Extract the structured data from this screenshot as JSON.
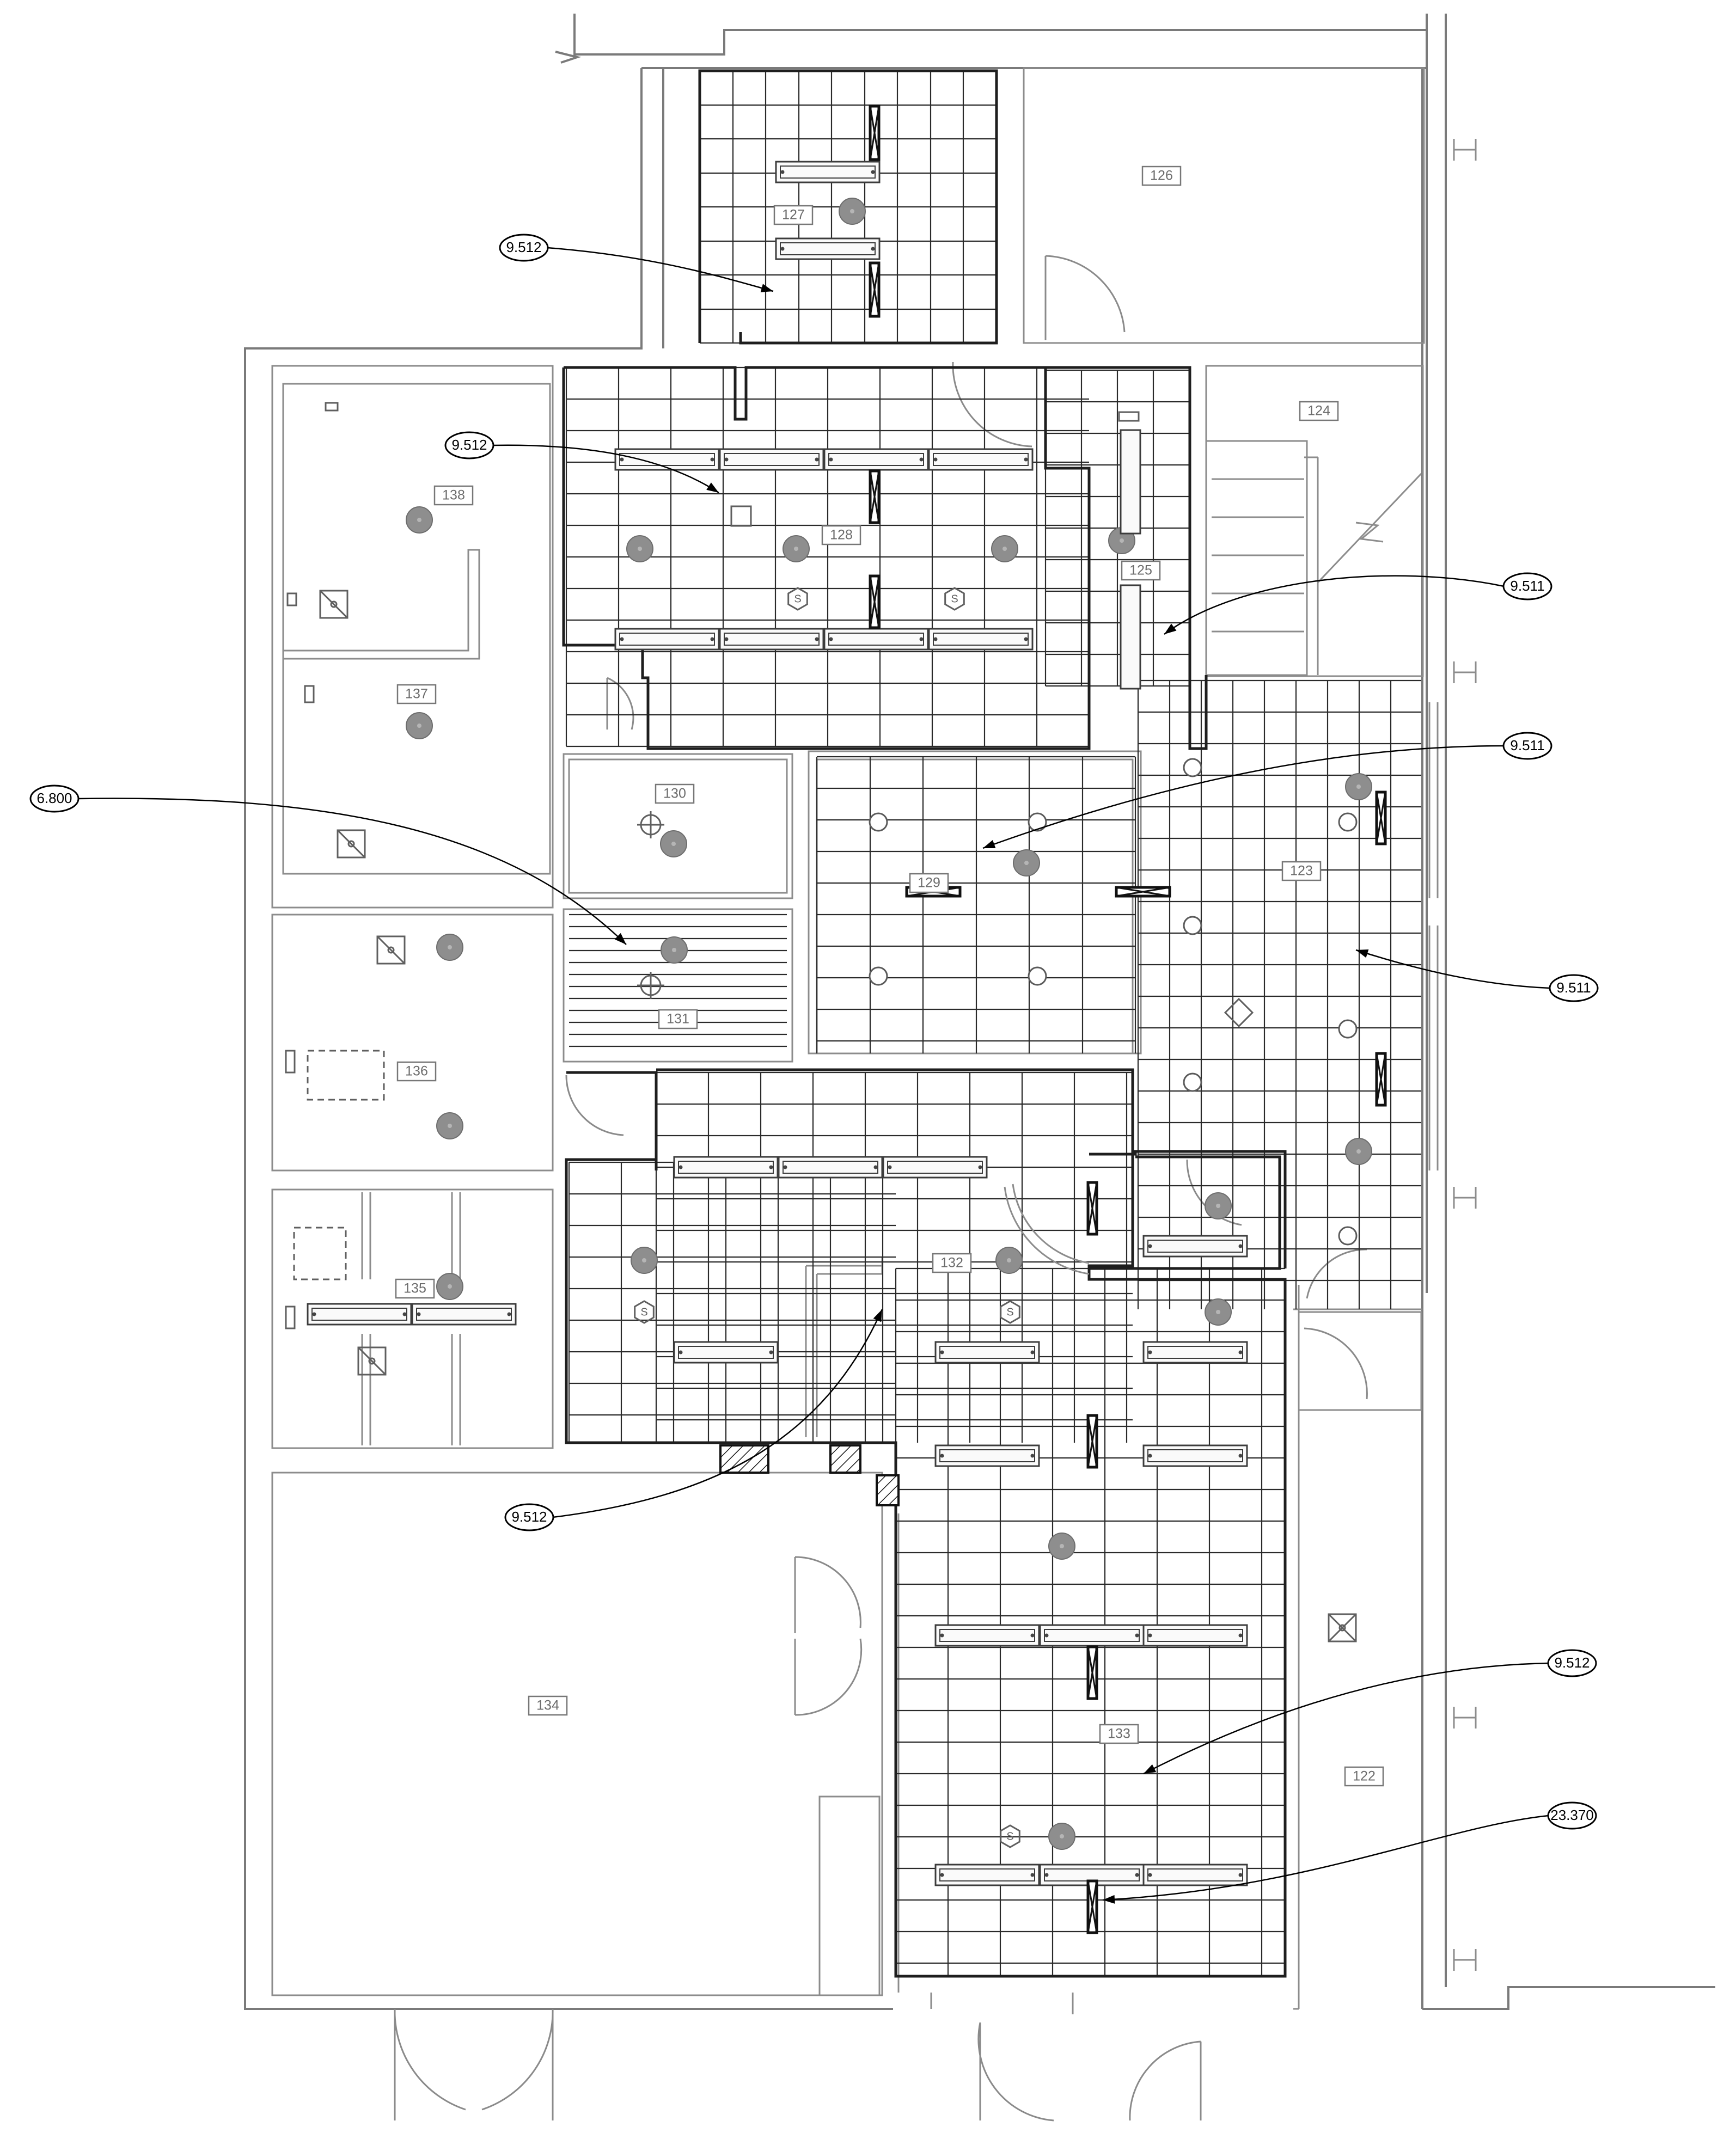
{
  "rooms": [
    {
      "id": "r122",
      "label": "122"
    },
    {
      "id": "r123",
      "label": "123"
    },
    {
      "id": "r124",
      "label": "124"
    },
    {
      "id": "r125",
      "label": "125"
    },
    {
      "id": "r126",
      "label": "126"
    },
    {
      "id": "r127",
      "label": "127"
    },
    {
      "id": "r128",
      "label": "128"
    },
    {
      "id": "r129",
      "label": "129"
    },
    {
      "id": "r130",
      "label": "130"
    },
    {
      "id": "r131",
      "label": "131"
    },
    {
      "id": "r132",
      "label": "132"
    },
    {
      "id": "r133",
      "label": "133"
    },
    {
      "id": "r134",
      "label": "134"
    },
    {
      "id": "r135",
      "label": "135"
    },
    {
      "id": "r136",
      "label": "136"
    },
    {
      "id": "r137",
      "label": "137"
    },
    {
      "id": "r138",
      "label": "138"
    }
  ],
  "elevation_tags": [
    {
      "id": "t1",
      "value": "9.512"
    },
    {
      "id": "t2",
      "value": "9.512"
    },
    {
      "id": "t3",
      "value": "9.511"
    },
    {
      "id": "t4",
      "value": "9.511"
    },
    {
      "id": "t5",
      "value": "6.800"
    },
    {
      "id": "t6",
      "value": "9.511"
    },
    {
      "id": "t7",
      "value": "9.512"
    },
    {
      "id": "t8",
      "value": "9.512"
    },
    {
      "id": "t9",
      "value": "23.370"
    }
  ],
  "symbols": {
    "smoke_detector_letter": "S"
  }
}
